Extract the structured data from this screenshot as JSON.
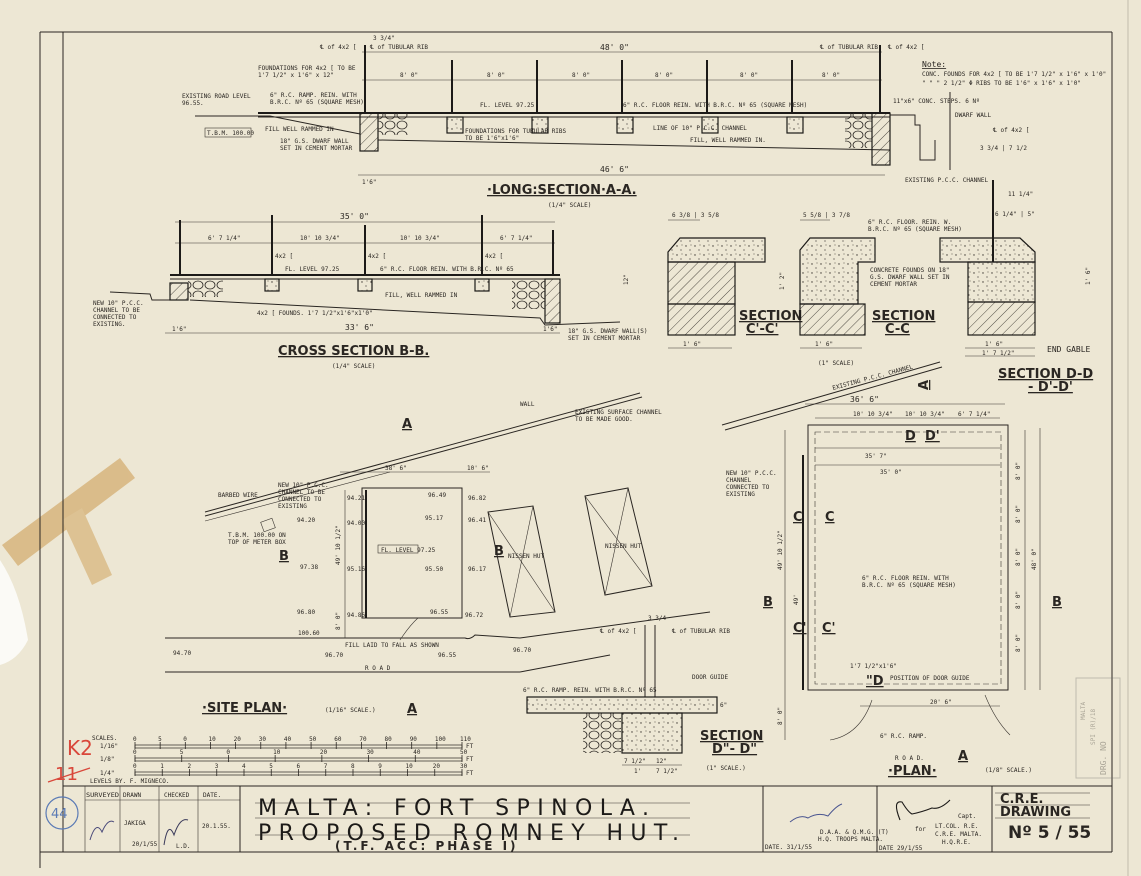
{
  "title_block": {
    "title_line1": "MALTA: FORT SPINOLA.",
    "title_line2": "PROPOSED ROMNEY HUT.",
    "title_line3": "(T.F. ACC: PHASE I)",
    "levels_by": "LEVELS BY. F. MIGNECO.",
    "col_surveyed": "SURVEYED",
    "col_drawn": "DRAWN",
    "col_checked": "CHECKED",
    "col_date": "DATE.",
    "drawn_by": "JAKIGA",
    "drawn_date": "20/1/55",
    "checked_initials": "L.D.",
    "date_value": "20.1.55.",
    "approver1_role": "D.A.A. & Q.M.G. (T)",
    "approver1_org": "H.Q. TROOPS MALTA.",
    "approver1_date": "DATE. 31/1/55",
    "approver2_for": "for",
    "approver2_rank": "Capt.",
    "approver2_role": "LT.COL. R.E.",
    "approver2_org": "C.R.E. MALTA.",
    "approver2_sub": "H.Q.R.E.",
    "approver2_date": "DATE 29/1/55",
    "cre_label": "C.R.E.",
    "drawing_label": "DRAWING",
    "drawing_number": "Nº 5 / 55",
    "stamp_text": "DRG. NO",
    "stamp_ref": "SPI (R)/18",
    "stamp_place": "MALTA"
  },
  "margin_marks": {
    "red_note_1": "K2",
    "red_note_2": "11",
    "circled_number": "44"
  },
  "long_section": {
    "title": "·LONG:SECTION·A-A.",
    "scale": "(1/4\" SCALE)",
    "overall_top": "48'  0\"",
    "bays": [
      "8' 0\"",
      "8' 0\"",
      "8' 0\"",
      "8' 0\"",
      "8' 0\"",
      "8' 0\""
    ],
    "overall_bottom": "46'  6\"",
    "wall_width": "1'6\"",
    "labels": {
      "cl_left_i": "℄ of 4x2 [",
      "cl_tubular_left": "℄ of TUBULAR RIB",
      "cl_tubular_right": "℄ of TUBULAR RIB",
      "cl_right_i": "℄ of 4x2 [",
      "rib_offset": "3 3/4\"",
      "foundations_note": "FOUNDATIONS FOR 4x2 [ TO BE 1'7 1/2\" x 1'6\" x 12\"",
      "road_level": "EXISTING ROAD LEVEL 96.55.",
      "tbm": "T.B.M. 100.00",
      "ramp": "6\" R.C. RAMP. REIN. WITH B.R.C. Nº 65 (SQUARE MESH)",
      "fill_left": "FILL WELL RAMMED IN",
      "dwarf_wall": "18\" G.S. DWARF WALL SET IN CEMENT MORTAR",
      "fl_level": "FL. LEVEL  97.25",
      "floor": "6\" R.C. FLOOR REIN. WITH B.R.C. Nº 65 (SQUARE MESH)",
      "rib_foundations": "FOUNDATIONS FOR TUBULAR RIBS TO BE 1'6\"x1'6\"",
      "channel": "LINE OF 10\" P.C.C. CHANNEL",
      "fill": "FILL, WELL RAMMED IN.",
      "steps": "11\"x6\" CONC. STEPS. 6 Nº",
      "dwarf_wall_right": "DWARF WALL",
      "existing_channel": "EXISTING P.C.C. CHANNEL",
      "note_title": "Note:",
      "note_line1": "CONC. FOUNDS FOR 4x2 [ TO BE 1'7 1/2\" x 1'6\" x 1'0\"",
      "note_line2": "\"  \"  \" 2 1/2\" Φ RIBS TO BE 1'6\" x 1'6\" x 1'0\""
    }
  },
  "cross_section": {
    "title": "CROSS SECTION B-B.",
    "scale": "(1/4\" SCALE)",
    "overall_top": "35'  0\"",
    "bays": [
      "6'  7 1/4\"",
      "10'  10 3/4\"",
      "10'  10 3/4\"",
      "6'  7 1/4\""
    ],
    "overall_bottom": "33'  6\"",
    "wall_left": "1'6\"",
    "wall_right": "1'6\"",
    "labels": {
      "fl_level": "FL. LEVEL 97.25",
      "floor": "6\" R.C. FLOOR REIN. WITH B.R.C. Nº 65",
      "fill": "FILL, WELL RAMMED IN",
      "founds": "4x2 [ FOUNDS. 1'7 1/2\"x1'6\"x1'0\"",
      "channel": "NEW 10\" P.C.C. CHANNEL TO BE CONNECTED TO EXISTING.",
      "dwarf_wall": "18\" G.S. DWARF WALL(S) SET IN CEMENT MORTAR",
      "post": "4x2 ["
    }
  },
  "detail_sections": {
    "scale": "(1\" SCALE)",
    "c_prime": {
      "title_1": "SECTION",
      "title_2": "C'-C'",
      "width": "1'  6\"",
      "top_dims": "6 3/8 | 3 5/8",
      "height": "12\""
    },
    "c": {
      "title_1": "SECTION",
      "title_2": "C-C",
      "width": "1'  6\"",
      "top_dims": "5 5/8 | 3 7/8",
      "height": "1' 2\"",
      "floor_note": "6\" R.C. FLOOR. REIN. W. B.R.C. Nº 65 (SQUARE MESH)",
      "founds_note": "CONCRETE FOUNDS ON 18\" G.S. DWARF WALL SET IN CEMENT MORTAR"
    },
    "d": {
      "title_1": "SECTION D-D",
      "title_2": "- D'-D'",
      "width": "1'  6\"",
      "width2": "1'  7 1/2\"",
      "top_dims": "6 1/4\" | 5\"",
      "height": "1' 6\"",
      "gable": "END GABLE",
      "cl": "℄ of 4x2 [",
      "dims": "3 3/4 | 7 1/2",
      "depth": "11 1/4\""
    }
  },
  "site_plan": {
    "title": "·SITE PLAN·",
    "scale": "(1/16\" SCALE.)",
    "wall": "WALL",
    "existing_channel": "EXISTING SURFACE CHANNEL TO BE MADE GOOD.",
    "barbed_wire": "BARBED WIRE",
    "new_channel": "NEW 10\" P.C.C. CHANNEL TO BE CONNECTED TO EXISTING",
    "tbm": "T.B.M. 100.00 ON TOP OF METER BOX",
    "fl_level": "FL. LEVEL 97.25",
    "fill": "FILL LAID TO FALL AS SHOWN",
    "road": "R O A D",
    "hut1": "NISSEN HUT",
    "hut2": "NISSEN HUT",
    "dim_width": "38'  6\"",
    "dim_side": "10' 6\"",
    "dim_len": "49' 10 1/2\"",
    "dim_front": "8' 0\"",
    "levels": [
      "94.21",
      "96.49",
      "96.82",
      "94.20",
      "94.00",
      "95.17",
      "96.41",
      "97.38",
      "95.16",
      "95.50",
      "96.17",
      "96.80",
      "94.86",
      "96.55",
      "96.72",
      "100.60",
      "96.70",
      "96.55",
      "96.70",
      "94.70"
    ],
    "section_a": "A",
    "section_b": "B"
  },
  "plan": {
    "title": "·PLAN·",
    "scale": "(1/8\" SCALE.)",
    "road": "R O A D.",
    "existing_channel": "EXISTING P.C.C. CHANNEL",
    "new_channel": "NEW 10\" P.C.C. CHANNEL CONNECTED TO EXISTING",
    "floor": "6\" R.C. FLOOR REIN. WITH B.R.C. Nº 65 (SQUARE MESH)",
    "door_guide": "POSITION OF DOOR GUIDE",
    "ramp": "6\" R.C. RAMP.",
    "overall": "36'  6\"",
    "inner1": "35'  7\"",
    "inner2": "35'  0\"",
    "bottom": "20'  6\"",
    "top_bays": [
      "10'  10 3/4\"",
      "10'  10 3/4\"",
      "6' 7 1/4\""
    ],
    "side_bays": [
      "8' 0\"",
      "8' 0\"",
      "8' 0\"",
      "8' 0\"",
      "8' 0\""
    ],
    "side_total": "48' 0\"",
    "left_dim": "49' 10 1/2\"",
    "left_inner": "49'",
    "front": "8' 0\"",
    "footing": "1'7 1/2\"x1'6\"",
    "markers": {
      "a": "A",
      "b": "B",
      "c": "C",
      "c_prime": "C'",
      "d": "D",
      "d_prime": "D'",
      "d_dbl": "\"D"
    }
  },
  "section_d2": {
    "title_1": "SECTION",
    "title_2": "D\"- D\"",
    "scale": "(1\" SCALE.)",
    "ramp": "6\" R.C. RAMP. REIN. WITH B.R.C. Nº 65",
    "door_guide": "DOOR GUIDE",
    "cl_i": "℄ of 4x2 [",
    "cl_rib": "℄ of TUBULAR RIB",
    "dims_bottom": [
      "7 1/2\"",
      "12\"",
      "1'",
      "7 1/2\""
    ],
    "top": "3 3/4",
    "slab": "6\""
  },
  "scales": {
    "label": "SCALES.",
    "rows": [
      {
        "name": "1/16\"",
        "ticks": [
          "0",
          "5",
          "0",
          "10",
          "20",
          "30",
          "40",
          "50",
          "60",
          "70",
          "80",
          "90",
          "100",
          "110"
        ],
        "unit": "FT"
      },
      {
        "name": "1/8\"",
        "ticks": [
          "0",
          "5",
          "0",
          "10",
          "20",
          "30",
          "40",
          "50"
        ],
        "unit": "FT"
      },
      {
        "name": "1/4\"",
        "ticks": [
          "0",
          "1",
          "2",
          "3",
          "4",
          "5",
          "6",
          "7",
          "8",
          "9",
          "10",
          "20",
          "30"
        ],
        "unit": "FT"
      }
    ]
  }
}
